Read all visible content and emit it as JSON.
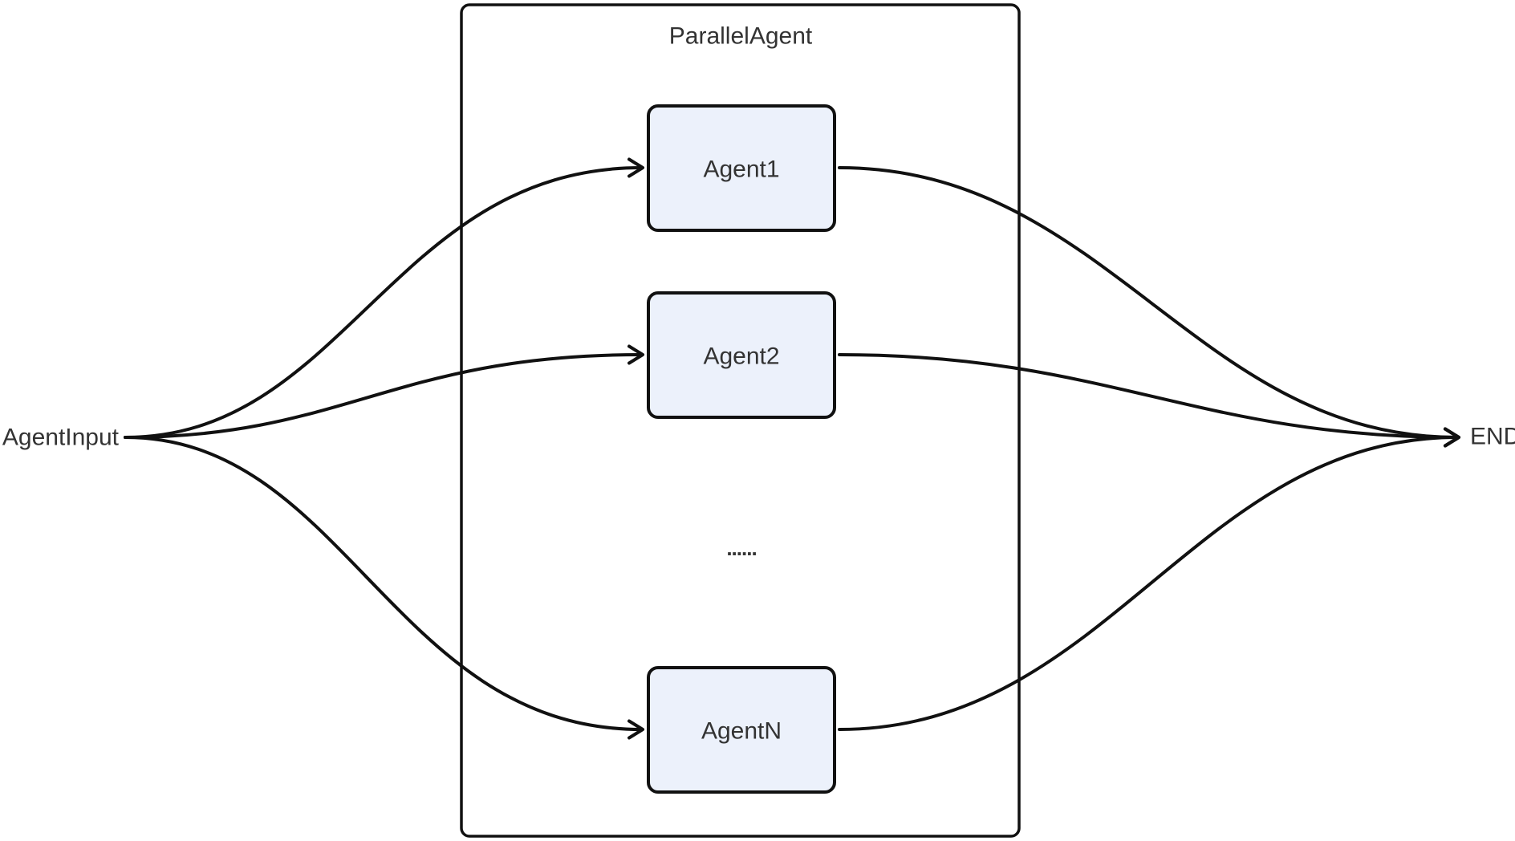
{
  "diagram": {
    "type": "flowchart-left-to-right",
    "title": "ParallelAgent",
    "colors": {
      "background": "#ffffff",
      "edge": "#111111",
      "node_fill": "#ecf1fb",
      "node_border": "#111111",
      "container_border": "#111111",
      "text": "#333333"
    },
    "start": {
      "label": "AgentInput"
    },
    "end": {
      "label": "END"
    },
    "container": {
      "label": "ParallelAgent"
    },
    "nodes": [
      {
        "id": "agent1",
        "label": "Agent1"
      },
      {
        "id": "agent2",
        "label": "Agent2"
      },
      {
        "id": "ellipsis",
        "label": "......"
      },
      {
        "id": "agentN",
        "label": "AgentN"
      }
    ],
    "edges": [
      {
        "from": "AgentInput",
        "to": "Agent1",
        "arrow": "arrowhead"
      },
      {
        "from": "AgentInput",
        "to": "Agent2",
        "arrow": "arrowhead"
      },
      {
        "from": "AgentInput",
        "to": "AgentN",
        "arrow": "arrowhead"
      },
      {
        "from": "Agent1",
        "to": "END",
        "arrow": "arrowhead"
      },
      {
        "from": "Agent2",
        "to": "END",
        "arrow": "arrowhead"
      },
      {
        "from": "AgentN",
        "to": "END",
        "arrow": "arrowhead"
      }
    ]
  }
}
